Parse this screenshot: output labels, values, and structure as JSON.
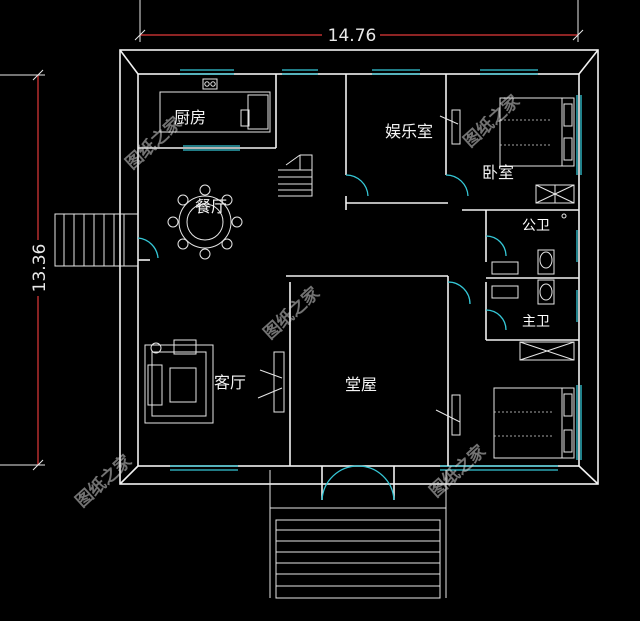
{
  "dimensions": {
    "width_label": "14.76",
    "depth_label": "13.36"
  },
  "rooms": {
    "kitchen": "厨房",
    "dining": "餐厅",
    "entertainment": "娱乐室",
    "bedroom": "卧室",
    "public_bath": "公卫",
    "master_bath": "主卫",
    "living": "客厅",
    "hall": "堂屋"
  },
  "watermark": "图纸之家",
  "colors": {
    "background": "#000000",
    "walls": "#f2f2f2",
    "windows": "#35c7d6",
    "dimension_lines": "#e23a3a"
  }
}
